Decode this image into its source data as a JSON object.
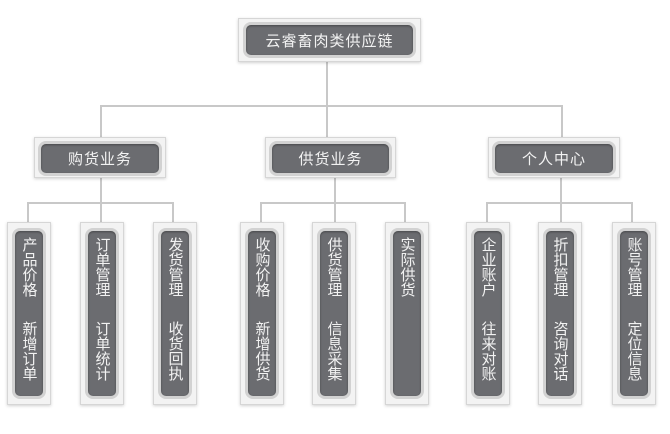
{
  "root": {
    "label": "云睿畜肉类供应链"
  },
  "branches": [
    {
      "label": "购货业务",
      "children": [
        {
          "title": "产品价格",
          "sub": "新增订单"
        },
        {
          "title": "订单管理",
          "sub": "订单统计"
        },
        {
          "title": "发货管理",
          "sub": "收货回执"
        }
      ]
    },
    {
      "label": "供货业务",
      "children": [
        {
          "title": "收购价格",
          "sub": "新增供货"
        },
        {
          "title": "供货管理",
          "sub": "信息采集"
        },
        {
          "title": "实际供货",
          "sub": ""
        }
      ]
    },
    {
      "label": "个人中心",
      "children": [
        {
          "title": "企业账户",
          "sub": "往来对账"
        },
        {
          "title": "折扣管理",
          "sub": "咨询对话"
        },
        {
          "title": "账号管理",
          "sub": "定位信息"
        }
      ]
    }
  ],
  "colors": {
    "box_fill": "#6b6c70",
    "frame": "#f3f3f3",
    "connector": "#c8c8c8",
    "text": "#f2f2f2"
  }
}
